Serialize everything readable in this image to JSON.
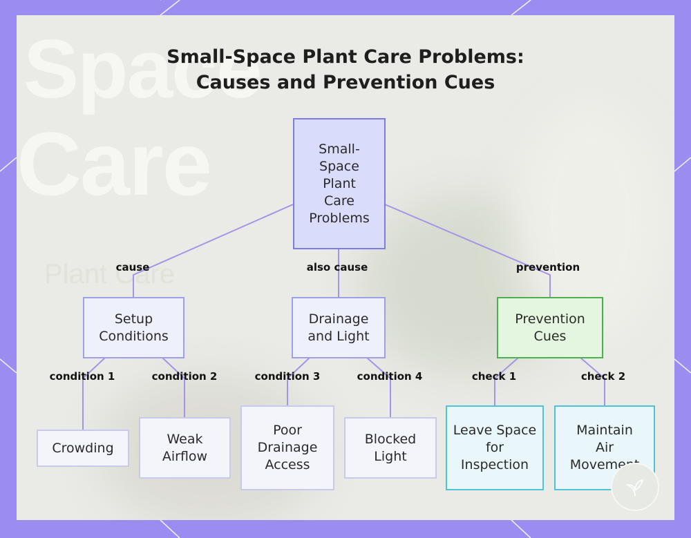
{
  "title": {
    "line1": "Small-Space Plant Care Problems:",
    "line2": "Causes and Prevention Cues"
  },
  "background_text": {
    "word1": "Space",
    "word2": "Care",
    "word3": "Plant Care"
  },
  "nodes": {
    "root": "Small-Space Plant Care Problems",
    "setup": "Setup Conditions",
    "drainage_light": "Drainage and Light",
    "prevention": "Prevention Cues",
    "crowding": "Crowding",
    "weak_airflow": "Weak Airflow",
    "poor_drainage": "Poor Drainage Access",
    "blocked_light": "Blocked Light",
    "leave_space": "Leave Space for Inspection",
    "maintain_air": "Maintain Air Movement"
  },
  "edges": {
    "cause": "cause",
    "also_cause": "also cause",
    "prevention": "prevention",
    "condition1": "condition 1",
    "condition2": "condition 2",
    "condition3": "condition 3",
    "condition4": "condition 4",
    "check1": "check 1",
    "check2": "check 2"
  },
  "badge_icon": "plant-logo-icon",
  "colors": {
    "frame": "#9b8cf2",
    "edge": "#a593e8",
    "root_fill": "#d9dcfb",
    "green_border": "#4caf50",
    "cyan_border": "#4fc3d6"
  }
}
